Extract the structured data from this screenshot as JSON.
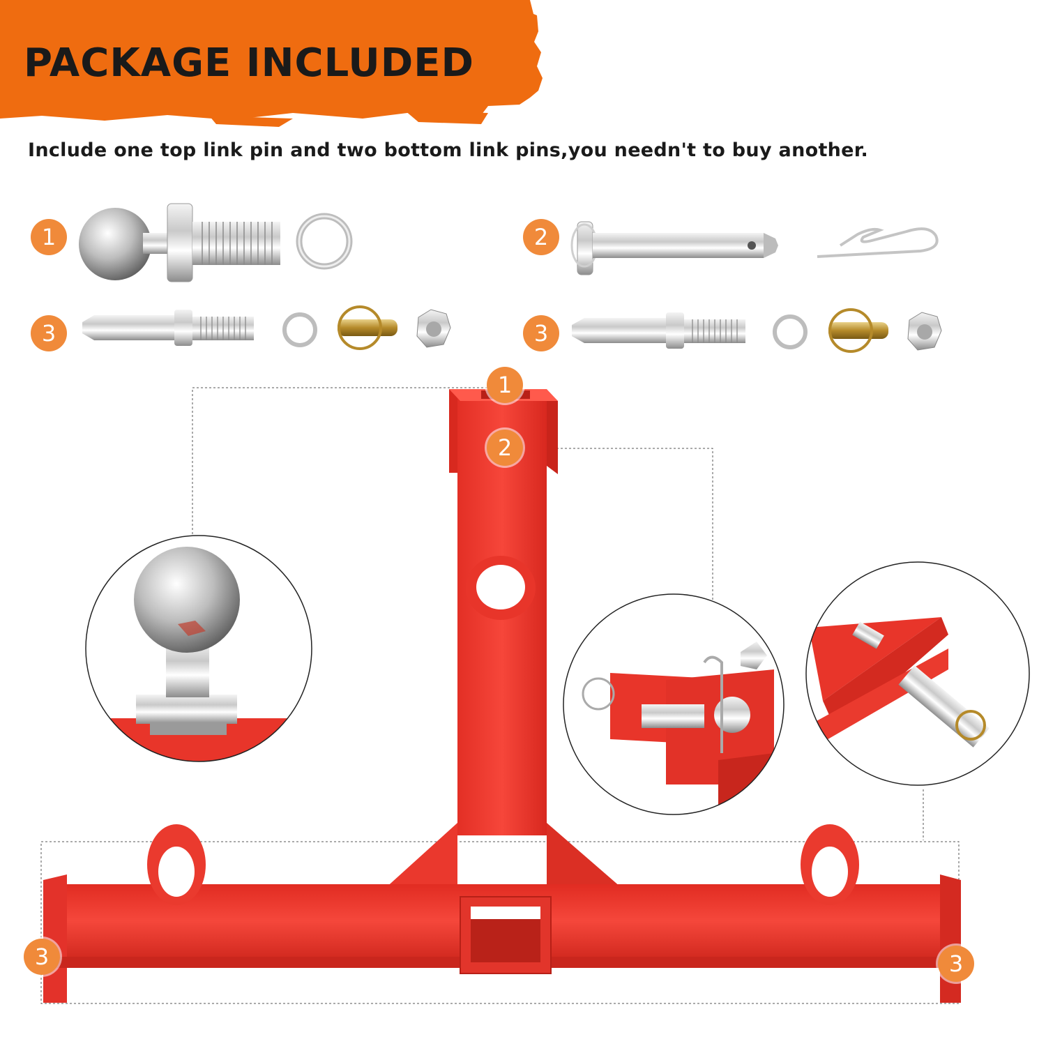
{
  "header": {
    "title": "PACKAGE INCLUDED",
    "subtitle": "Include one top link pin and two bottom link pins,you needn't to buy another."
  },
  "badges": {
    "n1": "1",
    "n2": "2",
    "n3": "3"
  },
  "colors": {
    "banner": "#ef6c10",
    "badge": "#f08a3a",
    "hitch_red": "#f23c2f",
    "text": "#1a1a1a"
  }
}
